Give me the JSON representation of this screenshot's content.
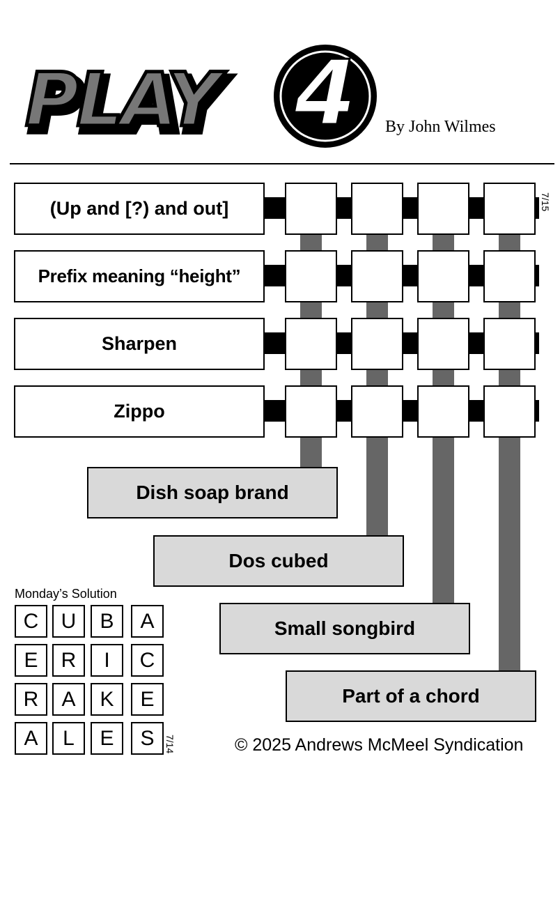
{
  "header": {
    "logo_text": "PLAY4",
    "byline": "By John Wilmes"
  },
  "puzzle": {
    "date": "7/15",
    "row_clues": [
      "(Up and [?) and out]",
      "Prefix meaning “height”",
      "Sharpen",
      "Zippo"
    ],
    "column_clues": [
      "Dish soap brand",
      "Dos cubed",
      "Small songbird",
      "Part of a chord"
    ],
    "grid_size": 4
  },
  "solution": {
    "title": "Monday’s Solution",
    "date": "7/14",
    "rows": [
      [
        "C",
        "U",
        "B",
        "A"
      ],
      [
        "E",
        "R",
        "I",
        "C"
      ],
      [
        "R",
        "A",
        "K",
        "E"
      ],
      [
        "A",
        "L",
        "E",
        "S"
      ]
    ]
  },
  "footer": {
    "copyright": "© 2025 Andrews McMeel Syndication"
  },
  "colors": {
    "row_clue_bg": "#ffffff",
    "column_clue_bg": "#d9d9d9",
    "vertical_connector": "#666666",
    "horizontal_connector": "#000000"
  }
}
